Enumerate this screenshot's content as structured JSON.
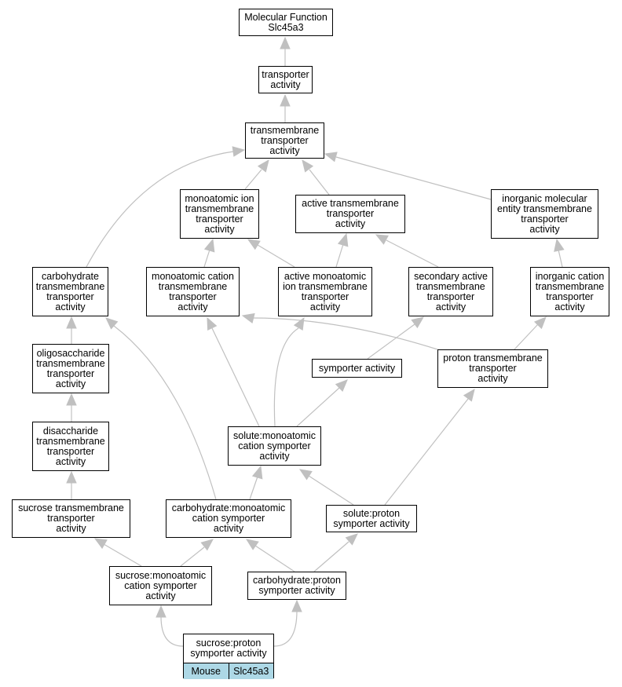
{
  "nodes": {
    "mf": "Molecular Function\nSlc45a3",
    "ta": "transporter\nactivity",
    "tmta": "transmembrane\ntransporter\nactivity",
    "mita": "monoatomic ion\ntransmembrane\ntransporter\nactivity",
    "acta": "active transmembrane\ntransporter\nactivity",
    "imeta": "inorganic molecular\nentity transmembrane\ntransporter\nactivity",
    "chta": "carbohydrate\ntransmembrane\ntransporter\nactivity",
    "mcta": "monoatomic cation\ntransmembrane\ntransporter\nactivity",
    "amita": "active monoatomic\nion transmembrane\ntransporter\nactivity",
    "sata": "secondary active\ntransmembrane\ntransporter\nactivity",
    "icta": "inorganic cation\ntransmembrane\ntransporter\nactivity",
    "olta": "oligosaccharide\ntransmembrane\ntransporter\nactivity",
    "sym": "symporter activity",
    "ptta": "proton transmembrane\ntransporter\nactivity",
    "dita": "disaccharide\ntransmembrane\ntransporter\nactivity",
    "smcs": "solute:monoatomic\ncation symporter\nactivity",
    "suta": "sucrose transmembrane\ntransporter\nactivity",
    "cmcs": "carbohydrate:monoatomic\ncation symporter\nactivity",
    "sps": "solute:proton\nsymporter activity",
    "sumcs": "sucrose:monoatomic\ncation symporter\nactivity",
    "cps": "carbohydrate:proton\nsymporter activity"
  },
  "leaf": {
    "label": "sucrose:proton\nsymporter activity",
    "species": "Mouse",
    "gene": "Slc45a3"
  },
  "colors": {
    "edge": "#c0c0c0",
    "species_fill": "#add8e6"
  }
}
